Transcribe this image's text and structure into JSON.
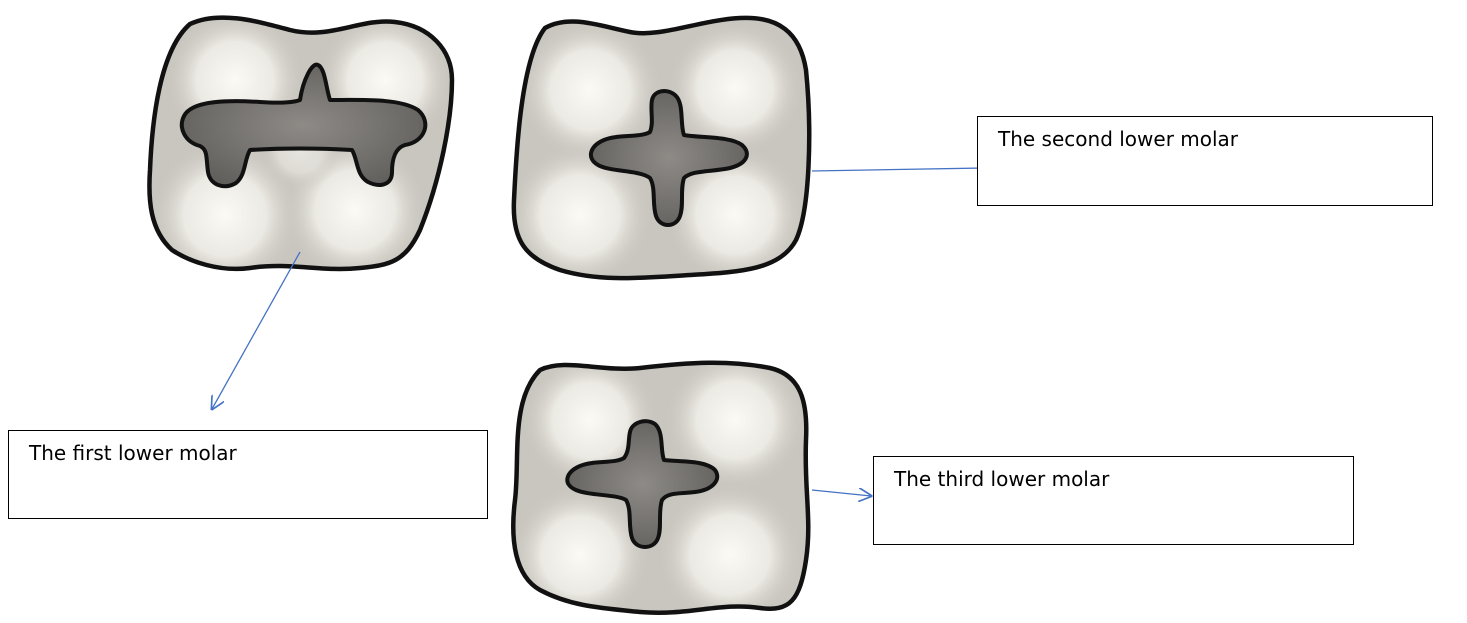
{
  "colors": {
    "crown_fill": "#c9c6bf",
    "cusp_highlight": "#fbfaf5",
    "fossa_fill": "#7b7976",
    "outline": "#111111",
    "arrow": "#4472c4"
  },
  "teeth": [
    {
      "id": "first",
      "icon": "first-lower-molar-icon"
    },
    {
      "id": "second",
      "icon": "second-lower-molar-icon"
    },
    {
      "id": "third",
      "icon": "third-lower-molar-icon"
    }
  ],
  "labels": {
    "first": "The first lower molar",
    "second": "The second lower molar",
    "third": "The third lower molar"
  }
}
